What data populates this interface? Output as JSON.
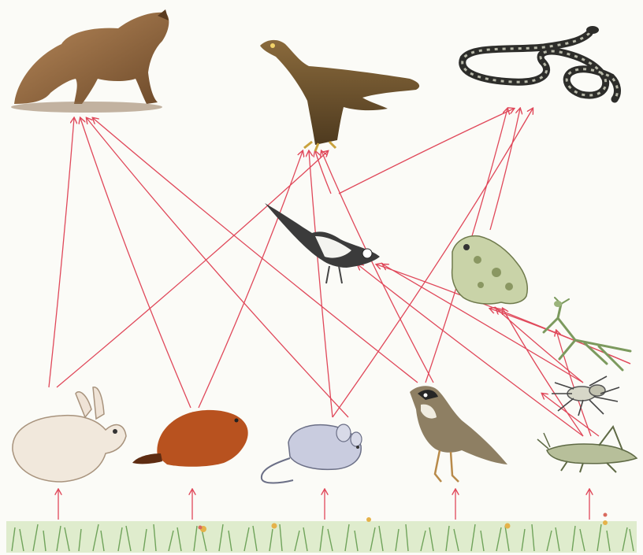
{
  "organisms": [
    {
      "id": "fox",
      "icon": "fox-icon"
    },
    {
      "id": "eagle",
      "icon": "eagle-icon"
    },
    {
      "id": "snake",
      "icon": "snake-icon"
    },
    {
      "id": "wagtail",
      "icon": "wagtail-bird-icon"
    },
    {
      "id": "frog",
      "icon": "frog-icon"
    },
    {
      "id": "mantis",
      "icon": "mantis-icon"
    },
    {
      "id": "spider",
      "icon": "spider-icon"
    },
    {
      "id": "grasshopper",
      "icon": "grasshopper-icon"
    },
    {
      "id": "sparrow",
      "icon": "sparrow-bird-icon"
    },
    {
      "id": "mouse",
      "icon": "mouse-icon"
    },
    {
      "id": "marmot",
      "icon": "marmot-icon"
    },
    {
      "id": "rabbit",
      "icon": "rabbit-icon"
    },
    {
      "id": "grass",
      "icon": "grass-icon"
    }
  ],
  "arrow_color": "#e0485a",
  "links": [
    [
      "rabbit",
      "fox"
    ],
    [
      "marmot",
      "fox"
    ],
    [
      "mouse",
      "fox"
    ],
    [
      "sparrow",
      "fox"
    ],
    [
      "rabbit",
      "eagle"
    ],
    [
      "marmot",
      "eagle"
    ],
    [
      "mouse",
      "eagle"
    ],
    [
      "wagtail",
      "eagle"
    ],
    [
      "sparrow",
      "eagle"
    ],
    [
      "mouse",
      "snake"
    ],
    [
      "sparrow",
      "snake"
    ],
    [
      "wagtail",
      "snake"
    ],
    [
      "frog",
      "snake"
    ],
    [
      "mantis",
      "wagtail"
    ],
    [
      "spider",
      "wagtail"
    ],
    [
      "grasshopper",
      "wagtail"
    ],
    [
      "mantis",
      "frog"
    ],
    [
      "spider",
      "frog"
    ],
    [
      "grasshopper",
      "frog"
    ],
    [
      "grasshopper",
      "mantis"
    ],
    [
      "grasshopper",
      "spider"
    ],
    [
      "grass",
      "rabbit"
    ],
    [
      "grass",
      "marmot"
    ],
    [
      "grass",
      "mouse"
    ],
    [
      "grass",
      "sparrow"
    ],
    [
      "grass",
      "grasshopper"
    ]
  ]
}
